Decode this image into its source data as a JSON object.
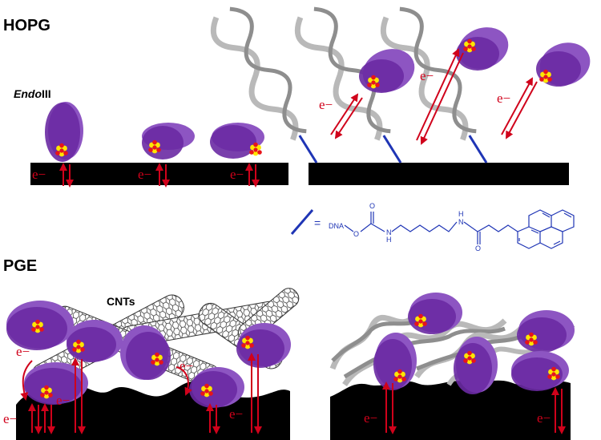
{
  "panels": {
    "hopg_label": "HOPG",
    "pge_label": "PGE",
    "protein_label_italic": "Endo",
    "protein_label_plain": "III",
    "cnt_label": "CNTs"
  },
  "electron_label": "e−",
  "legend": {
    "equals": "=",
    "dna": "DNA",
    "o": "O",
    "n1": "N",
    "h1": "H",
    "h2": "H",
    "n2": "N"
  },
  "colors": {
    "protein": "#6a2aa3",
    "protein_light": "#8d55c2",
    "cluster_red": "#e8141a",
    "cluster_yellow": "#ffe600",
    "arrow": "#d0021b",
    "linker": "#1f35b5",
    "surface": "#000000",
    "dna": "#b9b9b9"
  }
}
